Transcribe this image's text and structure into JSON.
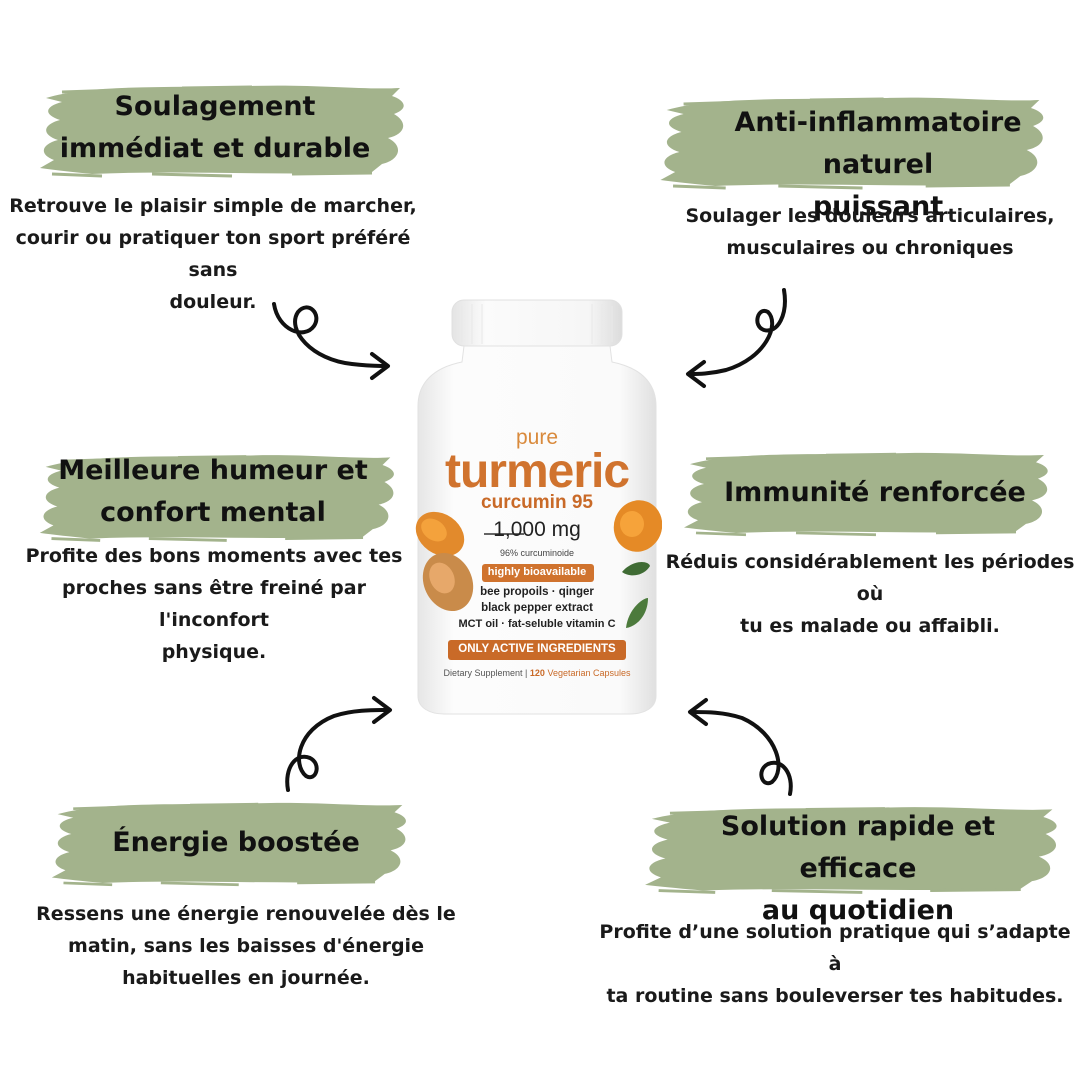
{
  "colors": {
    "brush": "#a3b38c",
    "turmeric_orange": "#d0732e",
    "text": "#1a1a1a"
  },
  "benefits": [
    {
      "title_line1": "Soulagement",
      "title_line2": "immédiat et durable",
      "desc_lines": [
        "Retrouve le plaisir simple de marcher,",
        "courir ou pratiquer ton sport préféré sans",
        "douleur."
      ]
    },
    {
      "title_line1": "Anti-inflammatoire naturel",
      "title_line2": "puissant",
      "desc_lines": [
        "Soulager les douleurs articulaires,",
        "musculaires ou chroniques"
      ]
    },
    {
      "title_line1": "Meilleure humeur et",
      "title_line2": "confort mental",
      "desc_lines": [
        "Profite des bons moments avec tes",
        "proches sans être freiné par l'inconfort",
        "physique."
      ]
    },
    {
      "title_line1": "Immunité renforcée",
      "desc_lines": [
        "Réduis considérablement les périodes où",
        "tu es malade ou affaibli."
      ]
    },
    {
      "title_line1": "Énergie boostée",
      "desc_lines": [
        "Ressens une énergie renouvelée dès le",
        "matin, sans les baisses d'énergie",
        "habituelles en journée."
      ]
    },
    {
      "title_line1": "Solution rapide et efficace",
      "title_line2": "au quotidien",
      "desc_lines": [
        "Profite d’une solution pratique qui s’adapte à",
        "ta routine sans bouleverser tes habitudes."
      ]
    }
  ],
  "product": {
    "pure": "pure",
    "name": "turmeric",
    "variant": "curcumin 95",
    "dose_main": "1,000",
    "dose_unit": "mg",
    "curcuminoide": "96% curcuminoide",
    "badge": "highly bioavailable",
    "ingredients_1": "bee propoils · qinger",
    "ingredients_2": "black pepper extract",
    "ingredients_3": "MCT oil · fat-seluble vitamin C",
    "active_banner": "ONLY ACTIVE INGREDIENTS",
    "footer_left": "Dietary Supplement |",
    "footer_count": "120",
    "footer_right": "Vegetarian Capsules"
  }
}
